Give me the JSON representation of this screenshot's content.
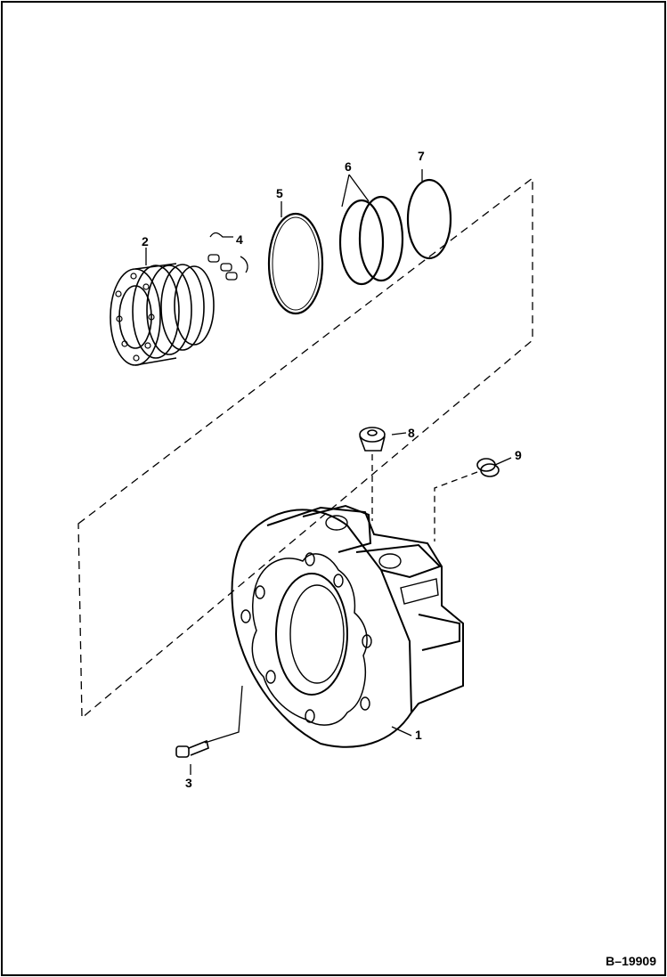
{
  "callouts": {
    "c1": "1",
    "c2": "2",
    "c3": "3",
    "c4": "4",
    "c5": "5",
    "c6": "6",
    "c7": "7",
    "c8": "8",
    "c9": "9"
  },
  "drawing_id": "B–19909",
  "colors": {
    "line": "#000000",
    "background": "#ffffff"
  }
}
